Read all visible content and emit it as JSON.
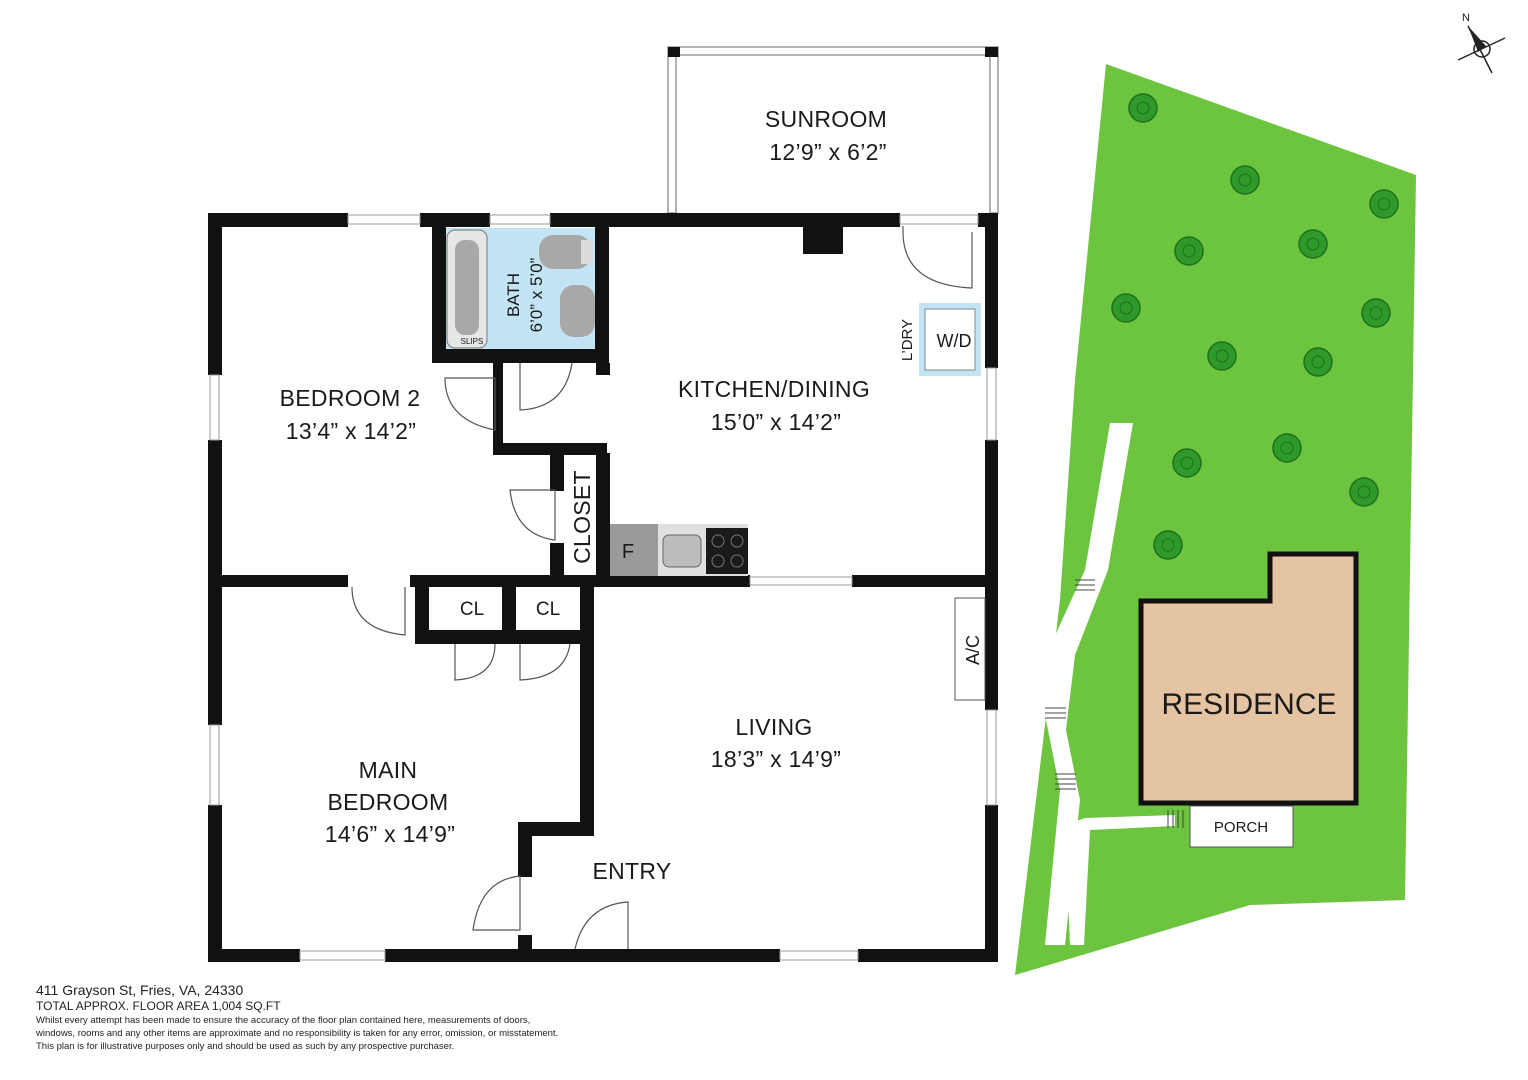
{
  "rooms": {
    "sunroom": {
      "name": "SUNROOM",
      "dims": "12’9” x 6’2”"
    },
    "bath": {
      "name": "BATH",
      "dims": "6’0” x 5’0”"
    },
    "bedroom2": {
      "name": "BEDROOM 2",
      "dims": "13’4” x 14’2”"
    },
    "kitchen": {
      "name": "KITCHEN/DINING",
      "dims": "15’0” x 14’2”"
    },
    "closet": {
      "name": "CLOSET"
    },
    "cl1": {
      "name": "CL"
    },
    "cl2": {
      "name": "CL"
    },
    "living": {
      "name": "LIVING",
      "dims": "18’3” x 14’9”"
    },
    "main_bedroom": {
      "name_line1": "MAIN",
      "name_line2": "BEDROOM",
      "dims": "14’6” x 14’9”"
    },
    "entry": {
      "name": "ENTRY"
    }
  },
  "fixtures": {
    "laundry": "L’DRY",
    "washer_dryer": "W/D",
    "fridge": "F",
    "ac": "A/C",
    "tub": "SLIPS"
  },
  "site": {
    "residence": "RESIDENCE",
    "porch": "PORCH",
    "compass": "N"
  },
  "footer": {
    "address": "411 Grayson St, Fries, VA, 24330",
    "area": "TOTAL APPROX. FLOOR AREA 1,004 SQ.FT",
    "disclaimer_1": "Whilst every attempt has been made to ensure the accuracy of the floor plan contained here, measurements of doors,",
    "disclaimer_2": "windows, rooms and any other items are approximate and no responsibility is taken for any error, omission, or misstatement.",
    "disclaimer_3": "This plan is for illustrative purposes only and should be used as such by any prospective purchaser."
  },
  "colors": {
    "wall": "#111111",
    "lawn": "#6cc43f",
    "tree": "#2f9a2a",
    "residence_fill": "#e5c4a4",
    "bath_fill": "#c3e4f5",
    "path": "#ffffff"
  }
}
